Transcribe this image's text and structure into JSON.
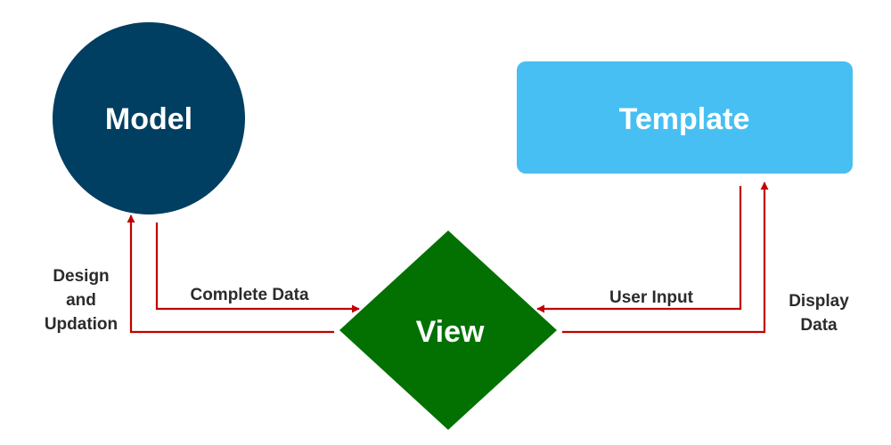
{
  "colors": {
    "model_fill": "#003f62",
    "template_fill": "#47bff2",
    "view_fill": "#027102",
    "arrow": "#c00000",
    "node_text": "#ffffff",
    "label_text": "#2b2b2b"
  },
  "nodes": {
    "model": {
      "label": "Model",
      "shape": "circle"
    },
    "template": {
      "label": "Template",
      "shape": "rounded-rectangle"
    },
    "view": {
      "label": "View",
      "shape": "diamond"
    }
  },
  "edges": {
    "complete_data": {
      "label": "Complete Data",
      "from": "Model",
      "to": "View"
    },
    "design_updation": {
      "label_lines": [
        "Design",
        "and",
        "Updation"
      ],
      "from": "View",
      "to": "Model"
    },
    "user_input": {
      "label": "User Input",
      "from": "Template",
      "to": "View"
    },
    "display_data": {
      "label_lines": [
        "Display",
        "Data"
      ],
      "from": "View",
      "to": "Template"
    }
  }
}
